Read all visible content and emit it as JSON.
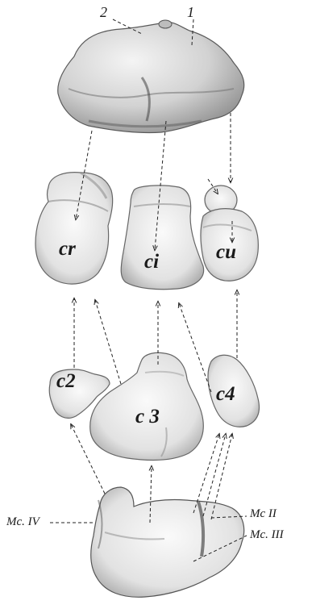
{
  "figure": {
    "top_labels": {
      "one": "1",
      "two": "2"
    },
    "bones": {
      "cr": "cr",
      "ci": "ci",
      "cu": "cu",
      "c2": "c2",
      "c3": "c 3",
      "c4": "c4"
    },
    "metacarpals": {
      "mc_iv": "Mc. IV",
      "mc_ii": "Mc II",
      "mc_iii": "Mc. III"
    }
  },
  "colors": {
    "ink": "#1a1a1a",
    "bone_light": "#d9d9d9",
    "bone_mid": "#b5b5b5",
    "bone_dark": "#6e6e6e"
  }
}
